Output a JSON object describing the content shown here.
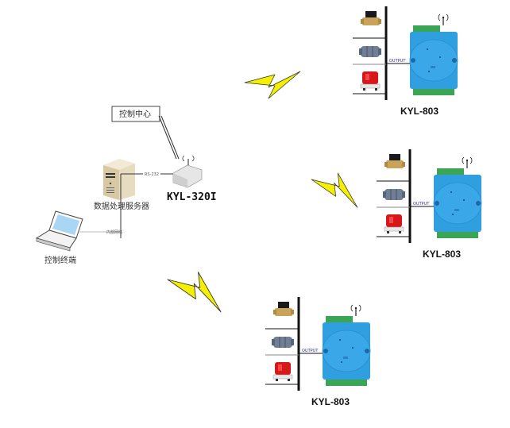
{
  "diagram": {
    "title": "",
    "control_center": {
      "label": "控制中心"
    },
    "server": {
      "label": "数据处理服务器",
      "link_label": "RS-232"
    },
    "terminal": {
      "label": "控制终端",
      "link_label": "内部网络"
    },
    "gateway": {
      "label": "KYL-320I"
    },
    "nodes": [
      {
        "label": "KYL-803",
        "output_label": "OUTPUT",
        "devices": [
          "solenoid-valve",
          "motor-valve",
          "alarm-lamp"
        ]
      },
      {
        "label": "KYL-803",
        "output_label": "OUTPUT",
        "devices": [
          "solenoid-valve",
          "motor-valve",
          "alarm-lamp"
        ]
      },
      {
        "label": "KYL-803",
        "output_label": "OUTPUT",
        "devices": [
          "solenoid-valve",
          "motor-valve",
          "alarm-lamp"
        ]
      }
    ],
    "colors": {
      "module_blue": "#2f9fe0",
      "terminal_green": "#3aa655",
      "bolt_yellow": "#f5f000",
      "lamp_red": "#d81818",
      "valve_brass": "#c9a35a"
    }
  }
}
